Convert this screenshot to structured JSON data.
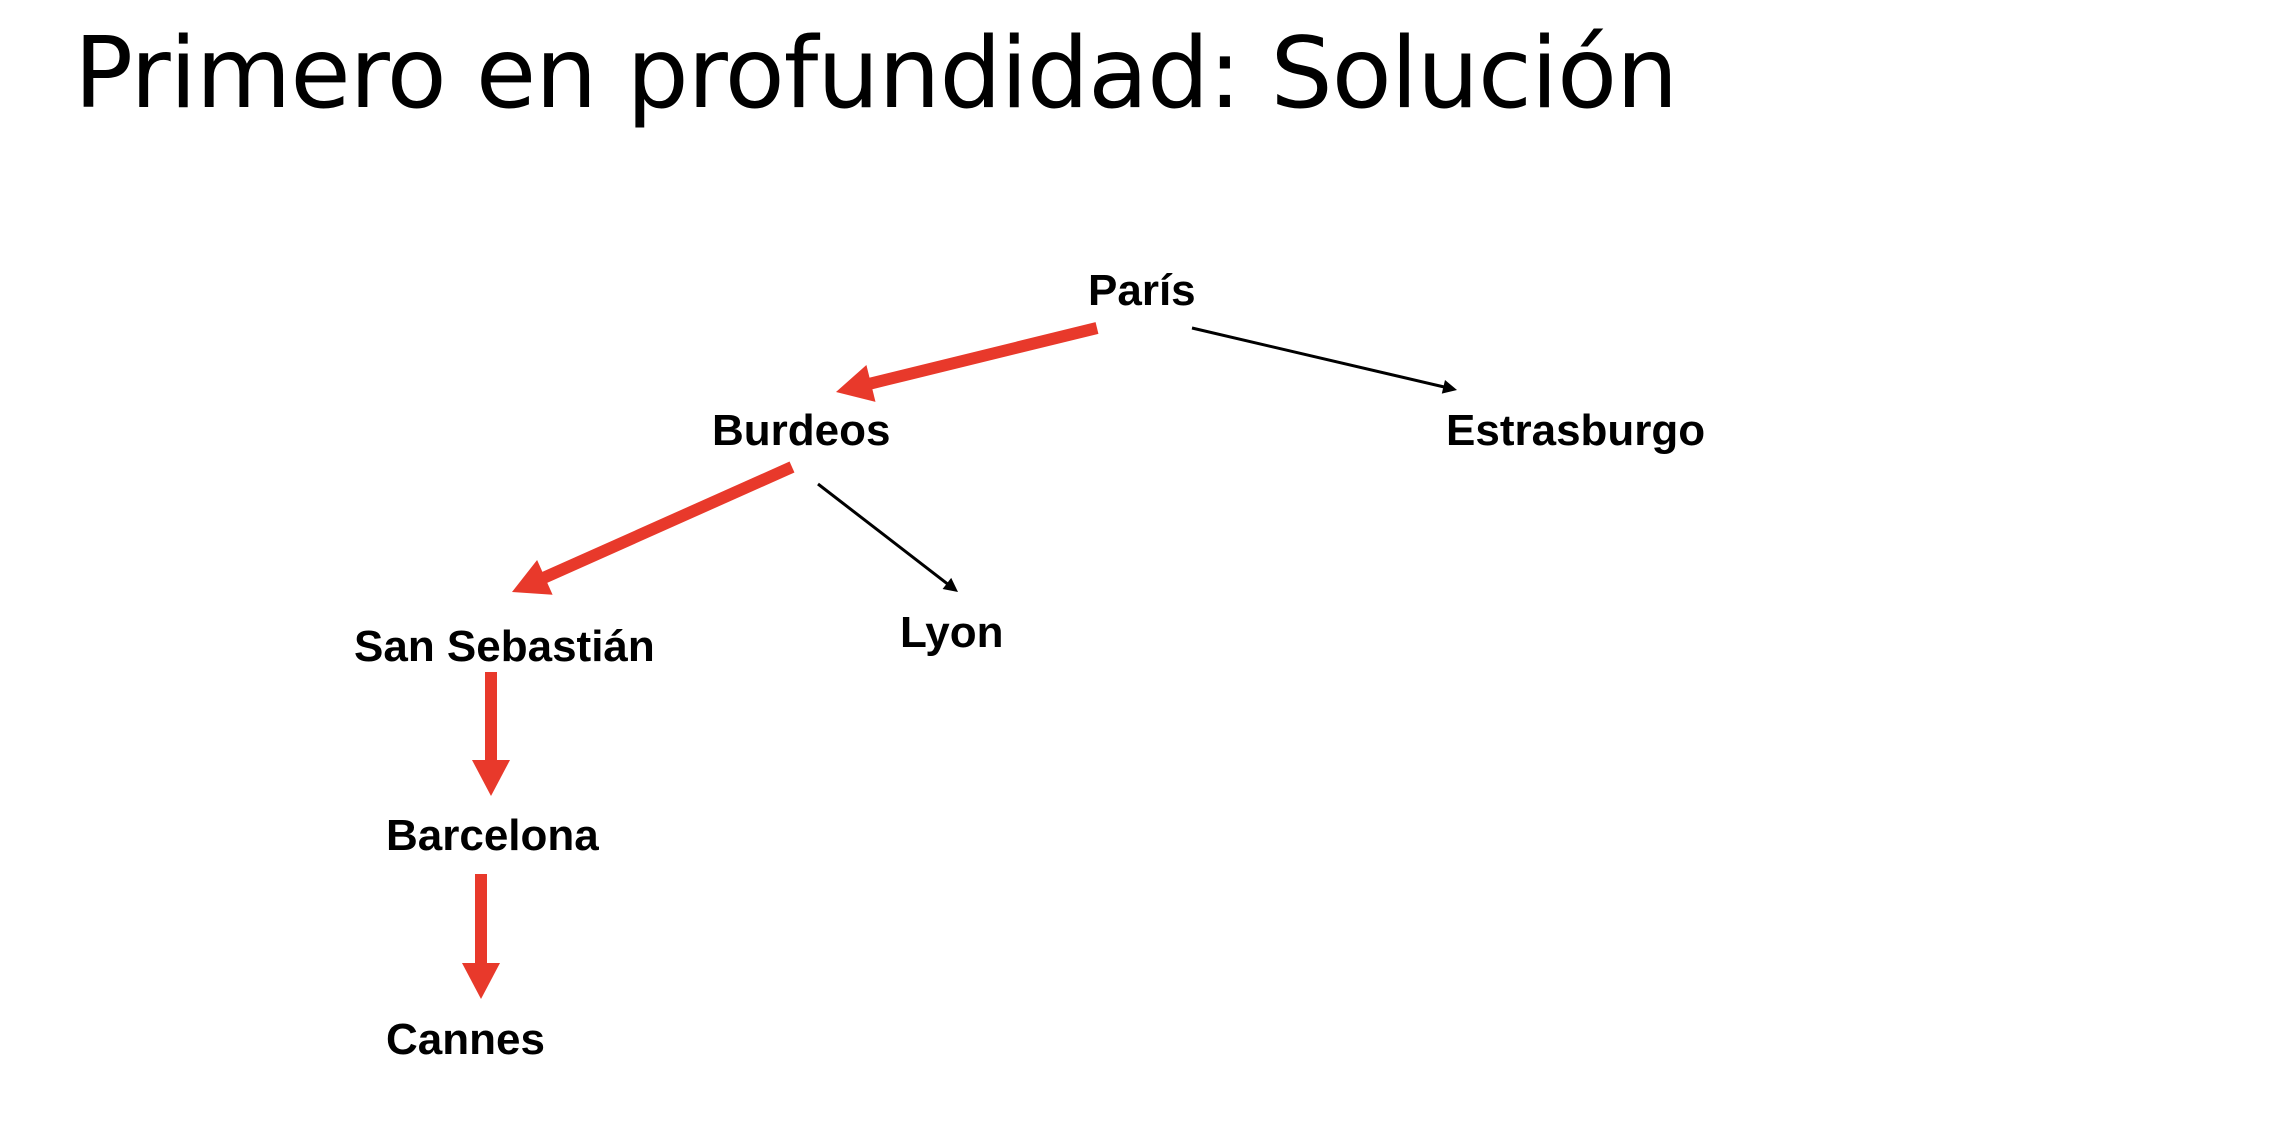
{
  "title": "Primero en profundidad: Solución",
  "colors": {
    "solution_edge": "#e8392b",
    "explored_edge": "#000000",
    "text": "#000000",
    "background": "#ffffff"
  },
  "diagram": {
    "type": "tree",
    "nodes": [
      {
        "id": "paris",
        "label": "París"
      },
      {
        "id": "burdeos",
        "label": "Burdeos"
      },
      {
        "id": "estrasburgo",
        "label": "Estrasburgo"
      },
      {
        "id": "san-sebastian",
        "label": "San Sebastián"
      },
      {
        "id": "lyon",
        "label": "Lyon"
      },
      {
        "id": "barcelona",
        "label": "Barcelona"
      },
      {
        "id": "cannes",
        "label": "Cannes"
      }
    ],
    "edges": [
      {
        "from": "paris",
        "to": "burdeos",
        "solution": true
      },
      {
        "from": "paris",
        "to": "estrasburgo",
        "solution": false
      },
      {
        "from": "burdeos",
        "to": "san-sebastian",
        "solution": true
      },
      {
        "from": "burdeos",
        "to": "lyon",
        "solution": false
      },
      {
        "from": "san-sebastian",
        "to": "barcelona",
        "solution": true
      },
      {
        "from": "barcelona",
        "to": "cannes",
        "solution": true
      }
    ]
  }
}
